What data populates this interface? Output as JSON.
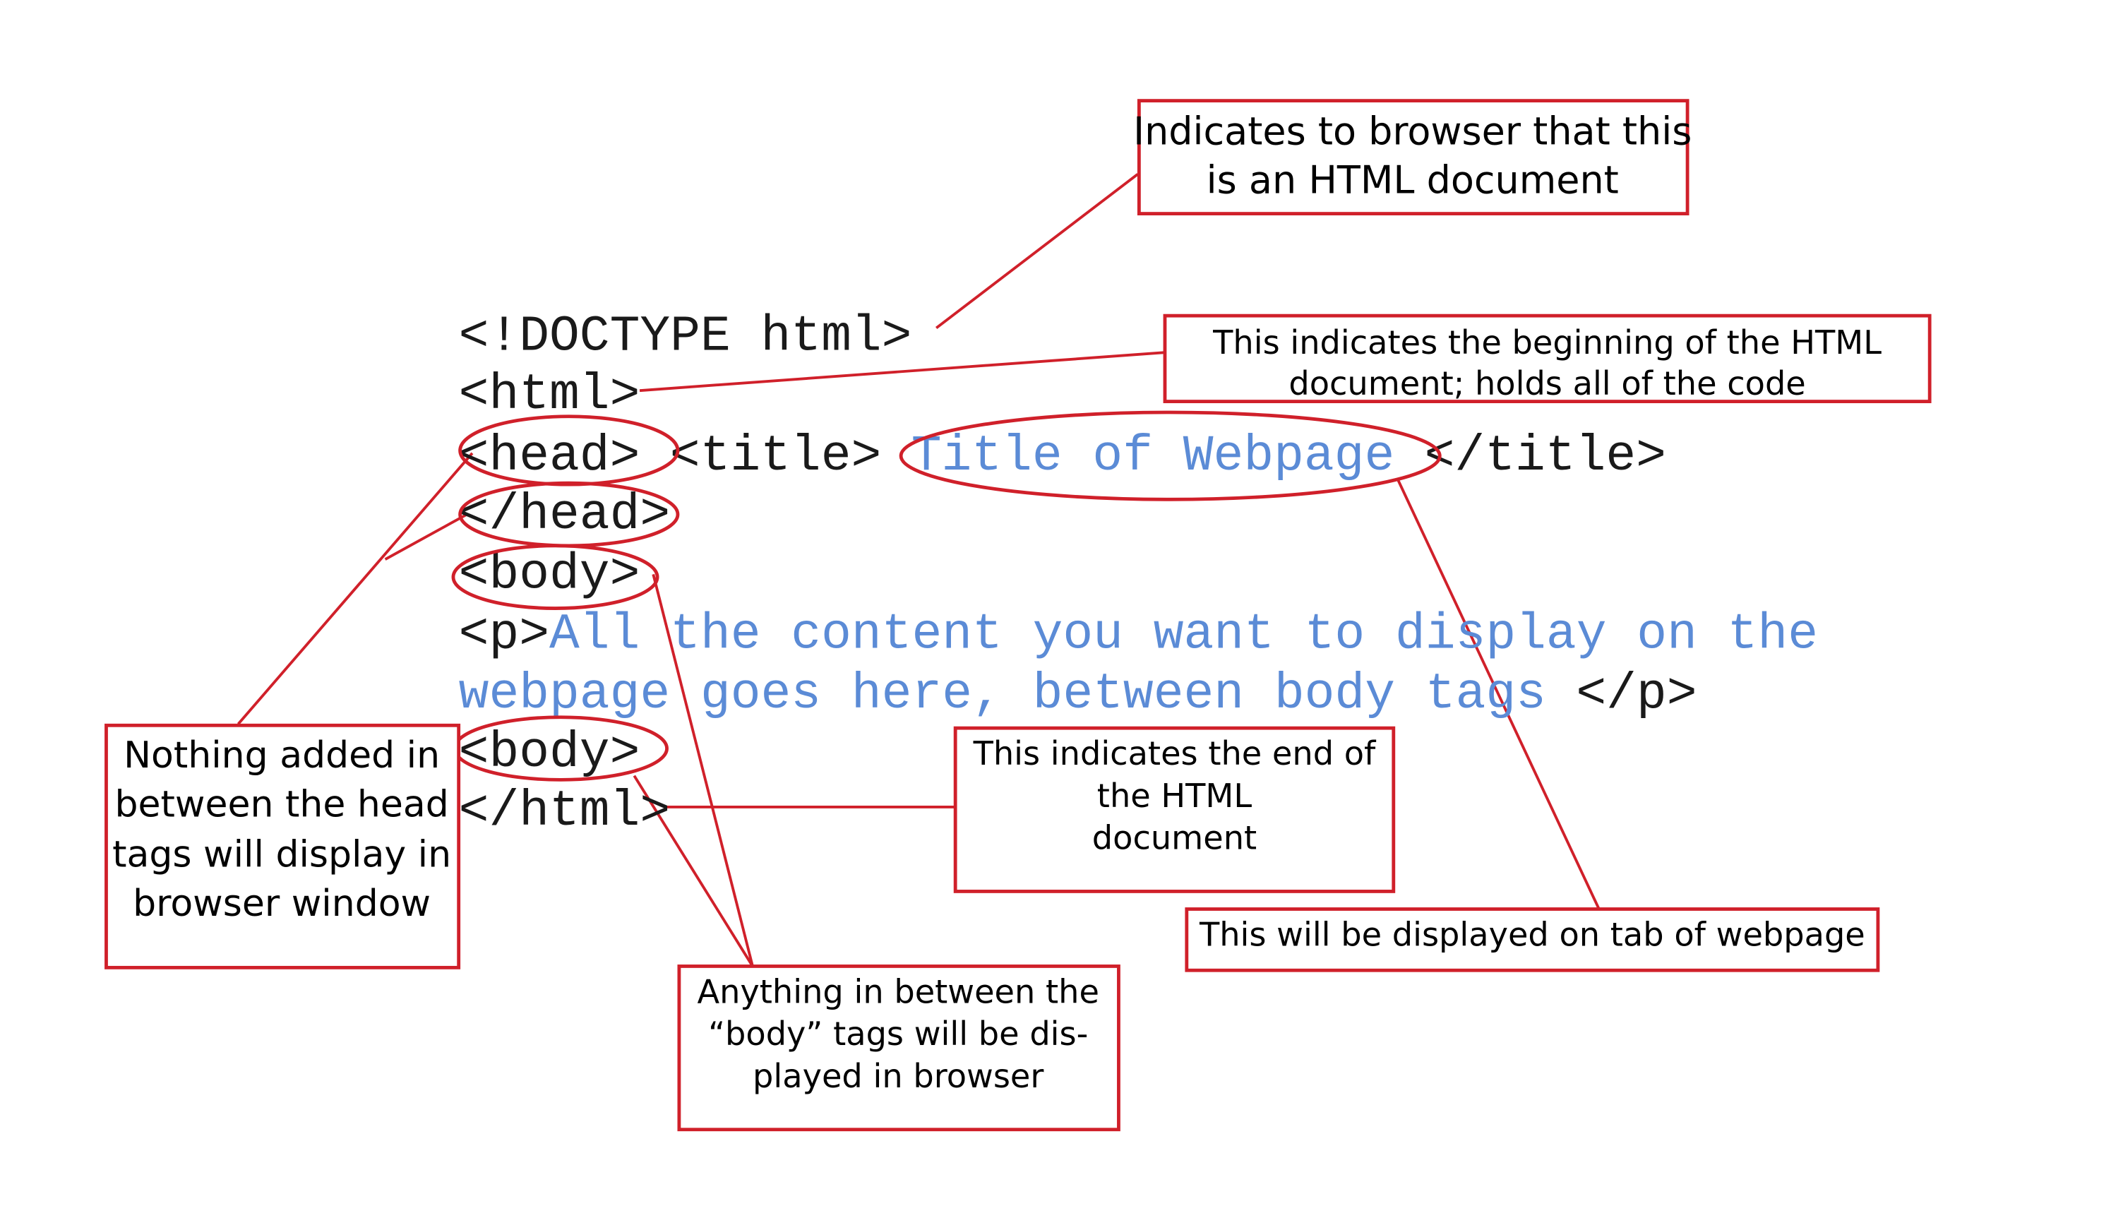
{
  "colors": {
    "annotation": "#d0202a",
    "code_text": "#1a1a1a",
    "code_content": "#5b8bd6"
  },
  "code": {
    "doctype": "<!DOCTYPE html>",
    "html_open": "<html>",
    "head_open": "<head>",
    "title_open": "<title>",
    "title_text": "Title of Webpage",
    "title_close": "</title>",
    "head_close": "</head>",
    "body_open": "<body>",
    "p_open": "<p>",
    "p_text_line1": "All the content you want to display on the",
    "p_text_line2": "webpage goes here, between body tags",
    "p_close": "</p>",
    "body_close": "<body>",
    "html_close": "</html>"
  },
  "callouts": {
    "doctype": [
      "Indicates to browser that this",
      "is an HTML document"
    ],
    "html_begin": [
      "This indicates the beginning of the HTML",
      "document; holds all of the code"
    ],
    "head": [
      "Nothing added in",
      "between the head",
      "tags will display in",
      "browser window"
    ],
    "html_end": [
      "This indicates the end of",
      "the HTML",
      "document"
    ],
    "title": [
      "This will be displayed on tab of webpage"
    ],
    "body": [
      "Anything in between the",
      "“body” tags will be dis-",
      "played in browser"
    ]
  }
}
